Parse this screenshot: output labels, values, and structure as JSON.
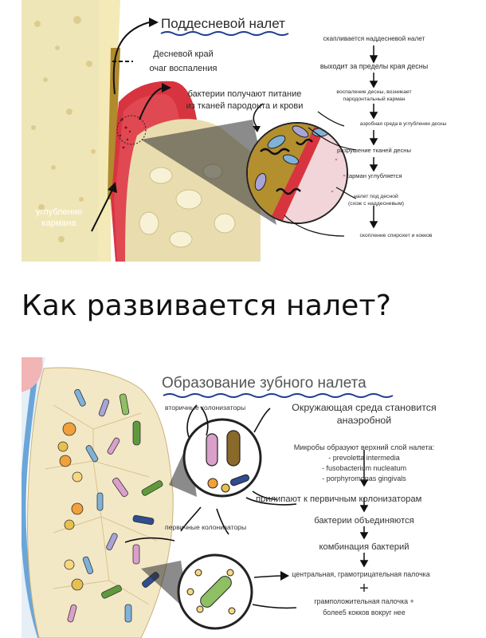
{
  "top_panel": {
    "title": "Поддесневой налет",
    "left_labels": {
      "gum_edge": "Десневой край",
      "inflammation": "очаг воспаления",
      "nutrition_line1": "бактерии получают питание",
      "nutrition_line2": "из тканей пародонта и крови",
      "pocket_line1": "углубление",
      "pocket_line2": "кармана"
    },
    "flow": {
      "step1": "скапливается наддесневой налет",
      "step2": "выходит за пределы края десны",
      "step3_line1": "воспаление десны, возникает",
      "step3_line2": "пародонтальный карман",
      "step4": "аэробная среда в углублении десны",
      "step5": "разрушение тканей десны",
      "step6": "карман углубляется",
      "step7_line1": "налет под десной",
      "step7_line2": "(схож с наддесневым)",
      "step8": "скопление спирохет и кокков"
    }
  },
  "main_heading": "Как развивается налет?",
  "bottom_panel": {
    "title": "Образование зубного налета",
    "secondary_colonizers": "вторичные колонизаторы",
    "primary_colonizers": "первичные колонизаторы",
    "env_line1": "Окружающая среда становится",
    "env_line2": "анаэробной",
    "microbes_header": "Микробы образуют верхний слой налета:",
    "microbes": [
      "- prevoletta intermedia",
      "- fusobacterium nucleatum",
      "- porphyromonas gingivals"
    ],
    "attach": "прилипают к первичным колонизаторам",
    "unite": "бактерии объединяются",
    "combination": "комбинация бактерий",
    "central": "центральная, грамотрицательная палочка",
    "plus": "+",
    "grampos_line1": "грамположительная палочка +",
    "grampos_line2": "более5 кокков вокруг нее"
  },
  "colors": {
    "enamel": "#efe6b8",
    "gum": "#d8343f",
    "bone": "#e9ddb0",
    "plaque": "#b08a2c",
    "title_underline": "#1f3c8f",
    "tooth_blue": "#6aa6d9"
  }
}
